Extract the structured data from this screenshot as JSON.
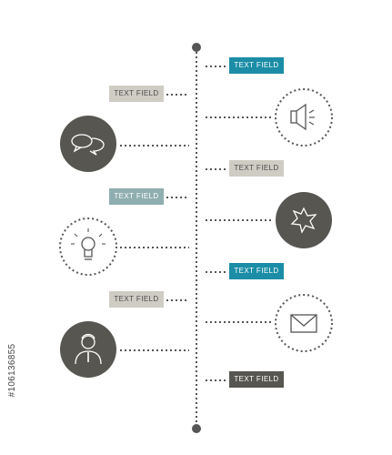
{
  "timeline": {
    "entries": [
      {
        "side": "right",
        "text": "TEXT FIELD",
        "style": "teal"
      },
      {
        "side": "left",
        "text": "TEXT FIELD",
        "style": "light"
      },
      {
        "side": "right",
        "text": "TEXT FIELD",
        "style": "light"
      },
      {
        "side": "left",
        "text": "TEXT FIELD",
        "style": "slate"
      },
      {
        "side": "right",
        "text": "TEXT FIELD",
        "style": "teal"
      },
      {
        "side": "left",
        "text": "TEXT FIELD",
        "style": "light"
      },
      {
        "side": "right",
        "text": "TEXT FIELD",
        "style": "dark"
      }
    ],
    "icons": [
      {
        "name": "speech-bubbles-icon",
        "fill": "dark"
      },
      {
        "name": "speaker-icon",
        "fill": "outline"
      },
      {
        "name": "lightbulb-icon",
        "fill": "outline"
      },
      {
        "name": "star-icon",
        "fill": "dark"
      },
      {
        "name": "person-icon",
        "fill": "dark"
      },
      {
        "name": "envelope-icon",
        "fill": "outline"
      }
    ]
  },
  "colors": {
    "teal": "#1b8da6",
    "light_gray": "#cfccc4",
    "slate": "#8faeb0",
    "dark_gray": "#575651",
    "line": "#555555"
  },
  "watermark": {
    "id": "#106136855"
  }
}
